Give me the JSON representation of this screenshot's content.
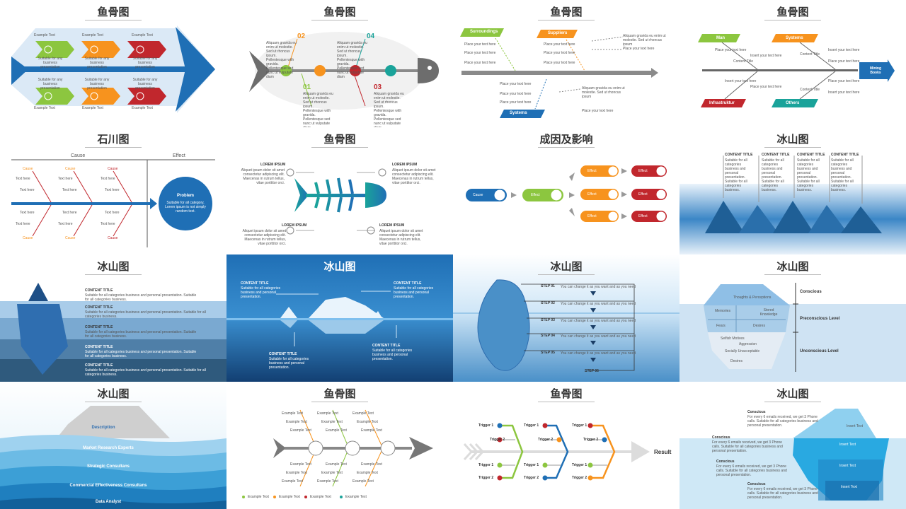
{
  "c1": {
    "title": "鱼骨图",
    "ex": "Example Text",
    "suit": "Suitable for any business presentation"
  },
  "c2": {
    "title": "鱼骨图",
    "nums": [
      "02",
      "04",
      "01",
      "03"
    ],
    "body": "Aliquam gravida eu enim ut molestie. Sed ut rhoncus ipsum. Pellentesque with gravida. Pellentesque sed nunc ut vulputate diam"
  },
  "c3": {
    "title": "鱼骨图",
    "labels": [
      "Surroundings",
      "Suppliers",
      "Systems"
    ],
    "ph": "Place your text here",
    "body": "Aliquam gravida eu enim ut molestie. Sed ut rhoncus ipsum"
  },
  "c4": {
    "title": "鱼骨图",
    "labels": [
      "Man",
      "Systems",
      "Infrastruktur",
      "Others"
    ],
    "head": "Mining Books",
    "ph": "Place your text here",
    "ins": "Insert your text here",
    "ct": "Content Title"
  },
  "c5": {
    "title": "石川图",
    "cause": "Cause",
    "effect": "Effect",
    "small": "Cause",
    "tx": "Text here",
    "problem": "Problem",
    "pdesc": "Suitable for all category, Lorem ipsum is not simply random text."
  },
  "c6": {
    "title": "鱼骨图",
    "lorem": "LOREM IPSUM",
    "body": "Aliquet ipsum dolor sit amet consectetur adipiscing elit. Maecenas in rutrum tellus, vitae porttitor orci."
  },
  "c7": {
    "title": "成因及影响",
    "cause": "Cause",
    "effect": "Effect"
  },
  "c8": {
    "title": "冰山图",
    "ct": "CONTENT TITLE",
    "body": "Suitable for all categories business and personal presentation. Suitable for all categories business."
  },
  "c9": {
    "title": "冰山图",
    "ct": "CONTENT TITLE",
    "body": "Suitable for all categories business and personal presentation. Suitable for all categories business."
  },
  "c10": {
    "title": "冰山图",
    "ct": "CONTENT TITLE",
    "body": "Suitable for all categories business and personal presentation."
  },
  "c11": {
    "title": "冰山图",
    "steps": [
      "STEP 01",
      "STEP 02",
      "STEP 03",
      "STEP 04",
      "STEP 05",
      "STEP 06"
    ],
    "desc": "You can change it as you want and as you need"
  },
  "c12": {
    "title": "冰山图",
    "levels": [
      "Conscious",
      "Preconscious Level",
      "Unconscious Level"
    ],
    "cells": [
      "Thoughts & Perceptions",
      "Memories",
      "Stored Knowledge",
      "Fears",
      "Desires",
      "Selfish Motives",
      "Aggression",
      "Socially Unacceptable",
      "Desires"
    ]
  },
  "c13": {
    "title": "冰山图",
    "items": [
      "Description",
      "Market Research Experts",
      "Strategic Consultans",
      "Commercial Effectiveness Consultans",
      "Data Analyst"
    ]
  },
  "c14": {
    "title": "鱼骨图",
    "ex": "Example Text"
  },
  "c15": {
    "title": "鱼骨图",
    "t1": "Trigger 1",
    "t2": "Trigger 2",
    "result": "Result"
  },
  "c16": {
    "title": "冰山图",
    "con": "Conscious",
    "body": "For every 6 emails received, we get 3 Phone calls. Suitable for all categories business and personal presentation.",
    "ins": "Insert Text"
  },
  "colors": {
    "blue": "#1f6fb5",
    "green": "#8cc63f",
    "orange": "#f7931e",
    "red": "#c1272d",
    "teal": "#1aa39a",
    "sky": "#4a90c8"
  }
}
